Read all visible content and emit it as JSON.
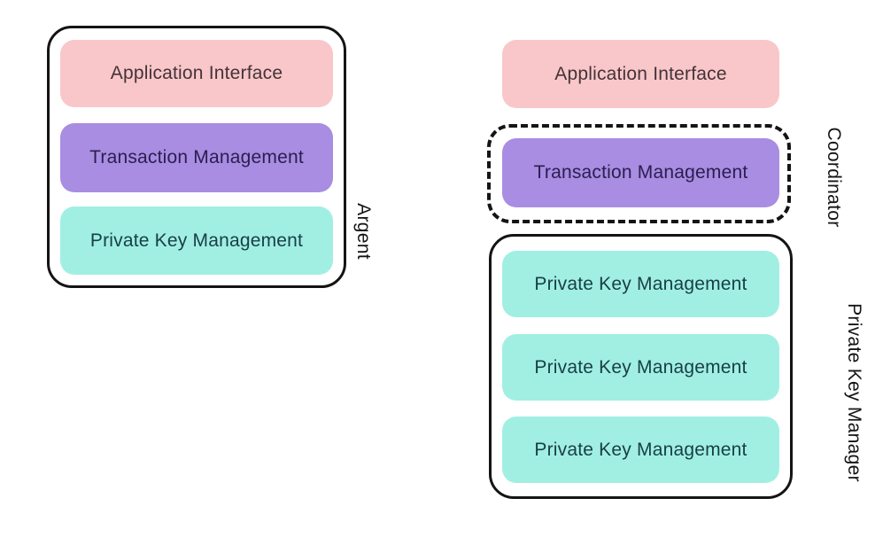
{
  "colors": {
    "background": "#ffffff",
    "stroke": "#141414",
    "pink_fill": "#f9c7c9",
    "pink_text": "#433339",
    "purple_fill": "#a88de2",
    "purple_text": "#2b1e4e",
    "teal_fill": "#a1efe3",
    "teal_text": "#173f45"
  },
  "diagram": {
    "left_group": {
      "label": "Argent",
      "boxes": [
        {
          "text": "Application Interface"
        },
        {
          "text": "Transaction Management"
        },
        {
          "text": "Private Key Management"
        }
      ]
    },
    "right_group": {
      "application_interface": "Application Interface",
      "coordinator": {
        "label": "Coordinator",
        "boxes": [
          {
            "text": "Transaction Management"
          }
        ]
      },
      "private_key_manager": {
        "label": "Private Key Manager",
        "boxes": [
          {
            "text": "Private Key Management"
          },
          {
            "text": "Private Key Management"
          },
          {
            "text": "Private Key Management"
          }
        ]
      }
    }
  }
}
